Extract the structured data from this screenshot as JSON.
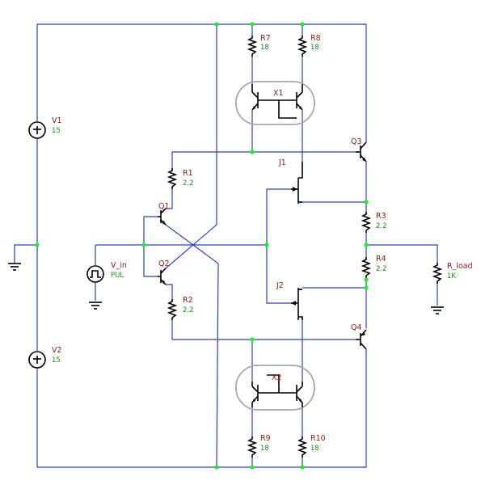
{
  "components": {
    "V1": {
      "ref": "V1",
      "value": "15"
    },
    "V2": {
      "ref": "V2",
      "value": "15"
    },
    "V_in": {
      "ref": "V_in",
      "value": "PUL"
    },
    "R1": {
      "ref": "R1",
      "value": "2.2"
    },
    "R2": {
      "ref": "R2",
      "value": "2.2"
    },
    "R3": {
      "ref": "R3",
      "value": "2.2"
    },
    "R4": {
      "ref": "R4",
      "value": "2.2"
    },
    "R7": {
      "ref": "R7",
      "value": "18"
    },
    "R8": {
      "ref": "R8",
      "value": "18"
    },
    "R9": {
      "ref": "R9",
      "value": "18"
    },
    "R10": {
      "ref": "R10",
      "value": "18"
    },
    "R_load": {
      "ref": "R_load",
      "value": "1K"
    },
    "Q1": {
      "ref": "Q1"
    },
    "Q2": {
      "ref": "Q2"
    },
    "Q3": {
      "ref": "Q3"
    },
    "Q4": {
      "ref": "Q4"
    },
    "J1": {
      "ref": "J1"
    },
    "J2": {
      "ref": "J2"
    },
    "X1": {
      "ref": "X1"
    },
    "X2": {
      "ref": "X2"
    }
  },
  "colors": {
    "wire": "#2a3fd0",
    "component": "#000000",
    "node": "#22ee22",
    "ref_label": "#8b1a1a",
    "value_label": "#1a8b1a",
    "transistor_pair_outline": "#a8a8a8"
  }
}
